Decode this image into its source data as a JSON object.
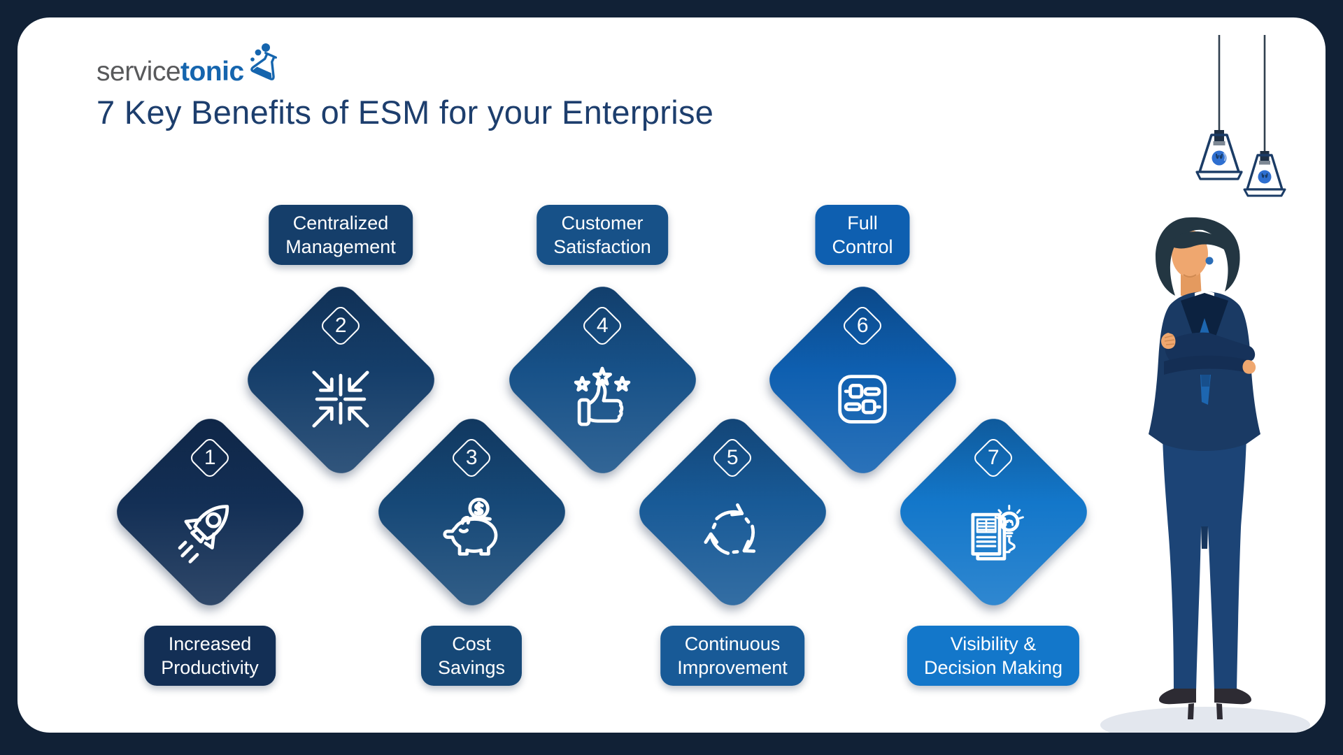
{
  "frame": {
    "bg": "#112136",
    "card_bg": "#ffffff"
  },
  "logo": {
    "part_gray": "service",
    "part_blue": "tonic",
    "gray_color": "#58595b",
    "blue_color": "#1565ae"
  },
  "title": {
    "text": "7 Key Benefits of ESM for your Enterprise",
    "color": "#1d3e6d"
  },
  "benefits": [
    {
      "number": "1",
      "label": "Increased\nProductivity",
      "icon": "rocket-icon",
      "color": "#132f55",
      "label_position": "below"
    },
    {
      "number": "2",
      "label": "Centralized\nManagement",
      "icon": "converge-arrows-icon",
      "color": "#153e6a",
      "label_position": "above"
    },
    {
      "number": "3",
      "label": "Cost\nSavings",
      "icon": "piggy-bank-icon",
      "color": "#164877",
      "label_position": "below"
    },
    {
      "number": "4",
      "label": "Customer\nSatisfaction",
      "icon": "thumbs-up-stars-icon",
      "color": "#175188",
      "label_position": "above"
    },
    {
      "number": "5",
      "label": "Continuous\nImprovement",
      "icon": "cycle-arrows-icon",
      "color": "#185a97",
      "label_position": "below"
    },
    {
      "number": "6",
      "label": "Full\nControl",
      "icon": "control-sliders-icon",
      "color": "#0e5fb0",
      "label_position": "above"
    },
    {
      "number": "7",
      "label": "Visibility &\nDecision Making",
      "icon": "document-lightbulb-icon",
      "color": "#1377ca",
      "label_position": "below"
    }
  ],
  "decor": {
    "pendant_lamps": 2,
    "bulb_color": "#2e6fd0",
    "illustration": "businesswoman-arms-crossed",
    "shadow_color": "#e3e7ee"
  }
}
